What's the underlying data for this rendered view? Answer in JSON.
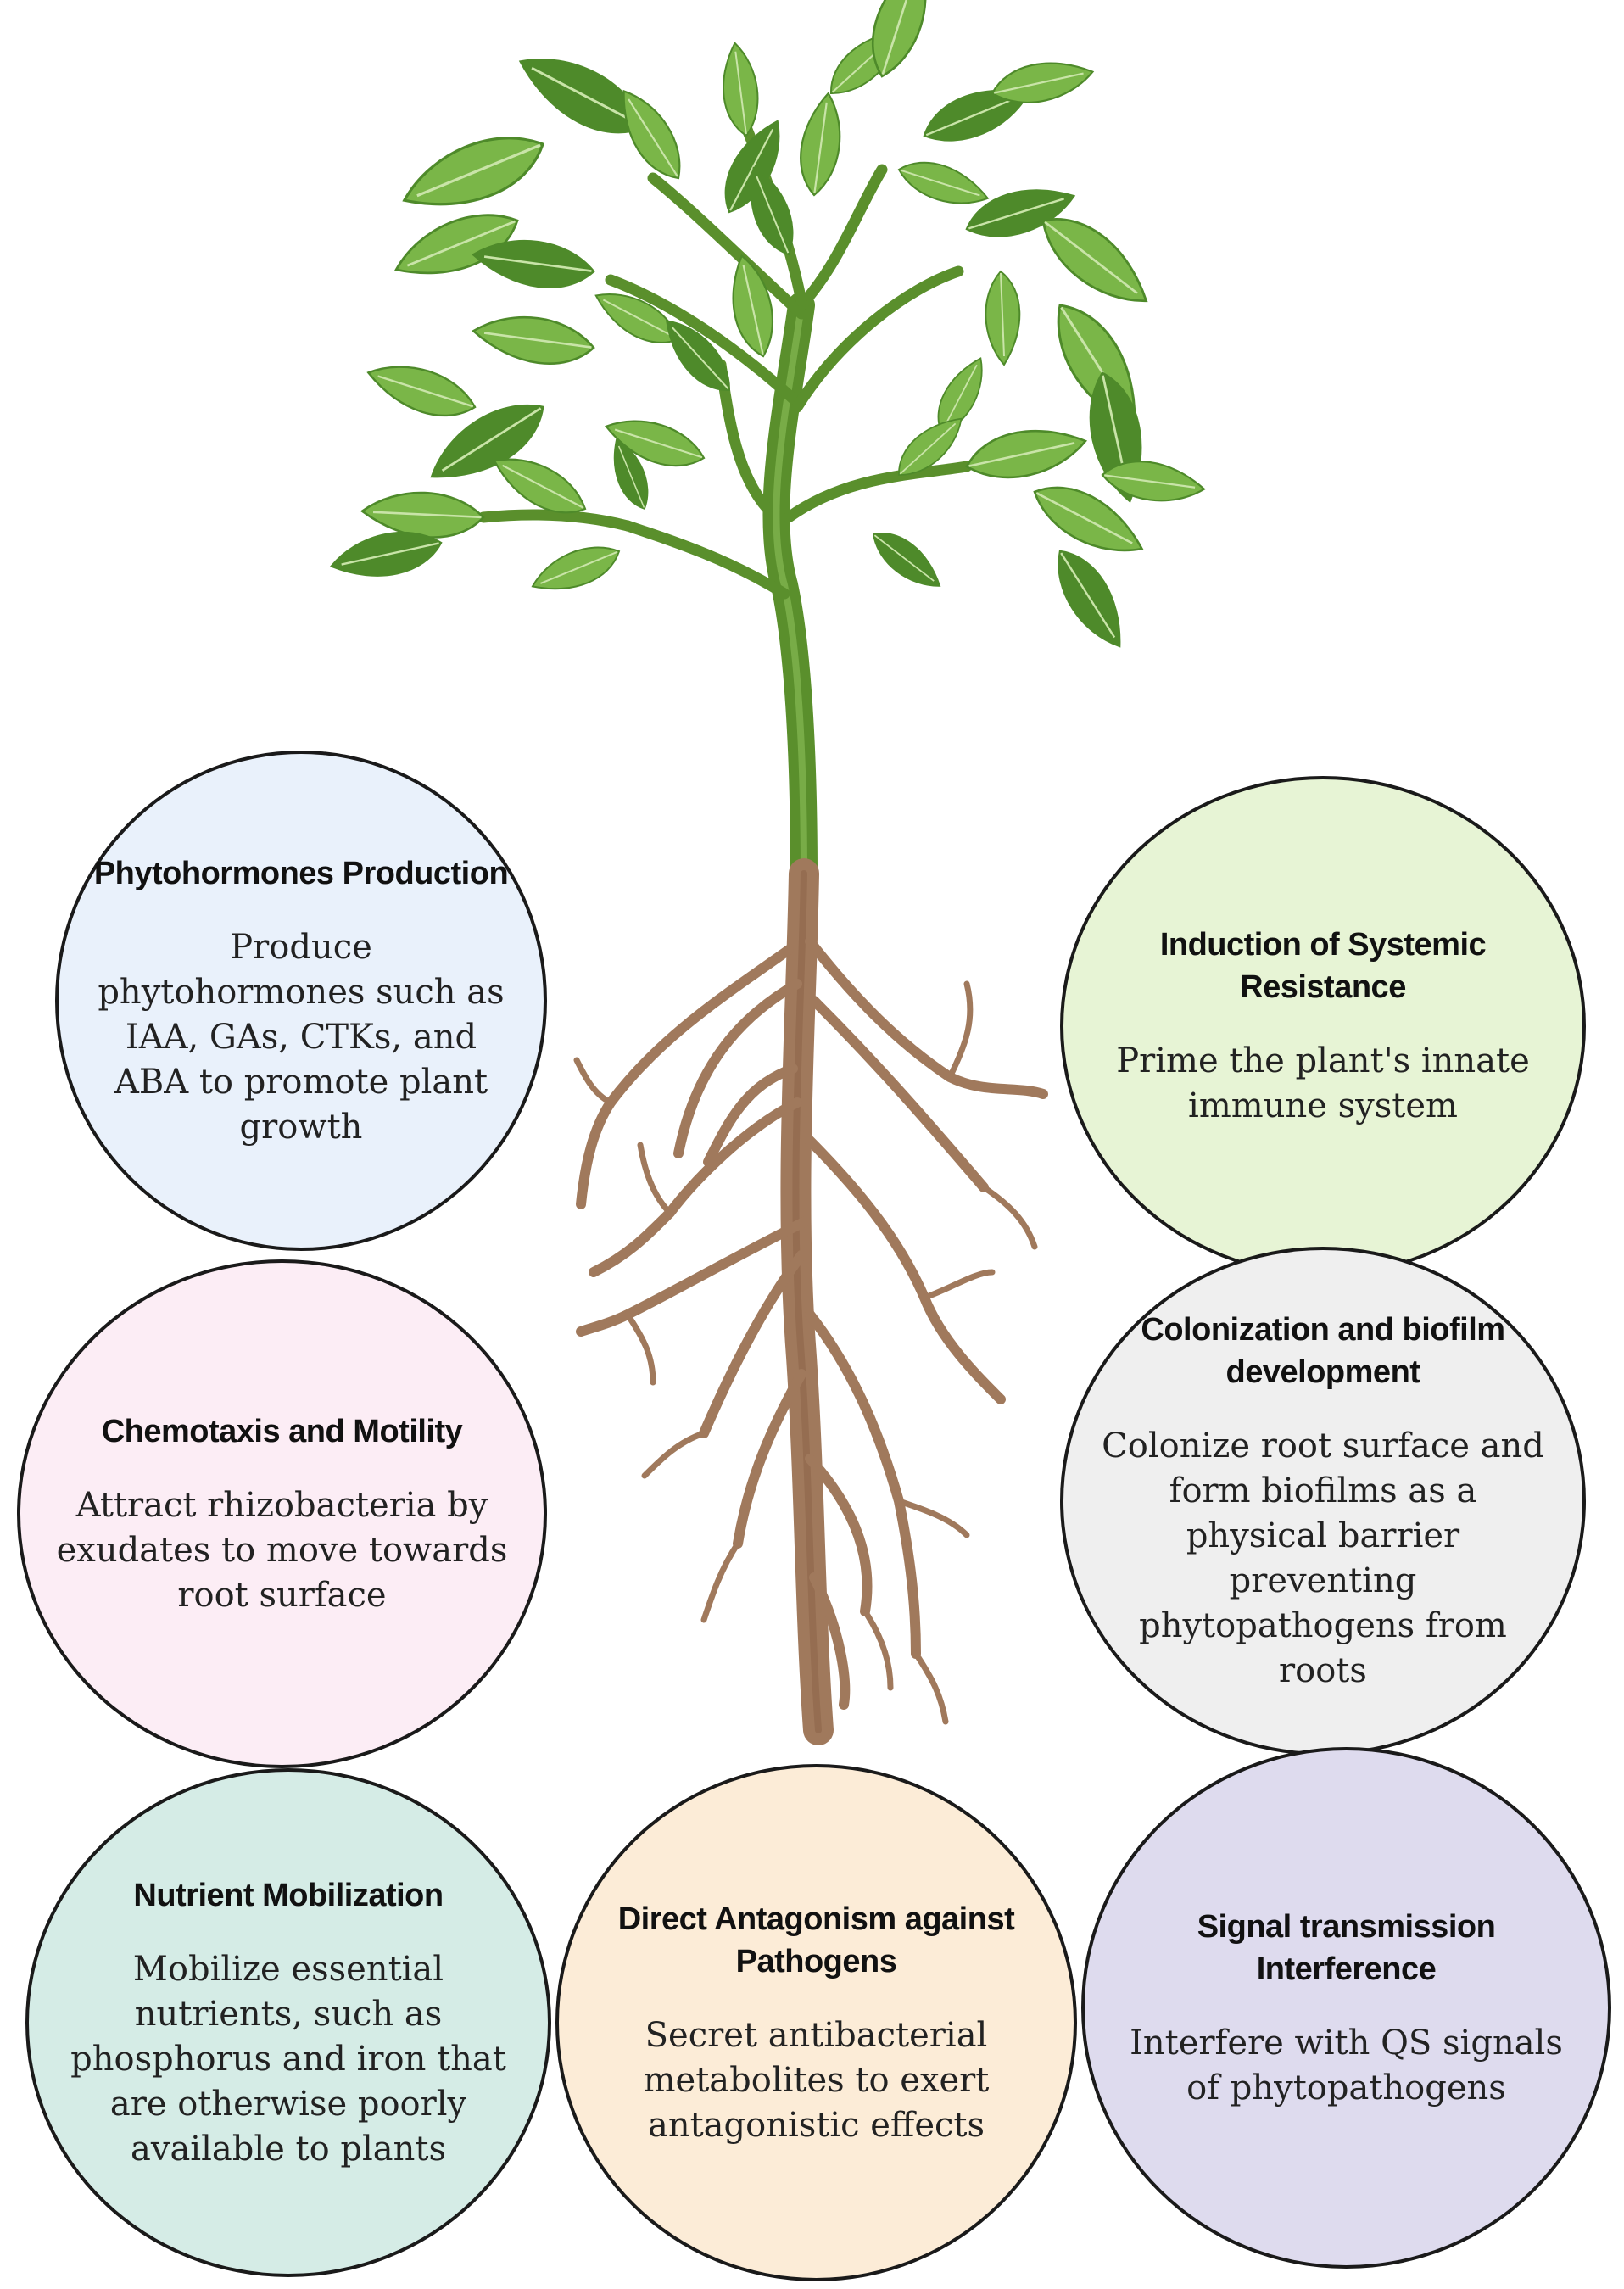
{
  "colors": {
    "outline": "#1a1a1a",
    "leaf": "#7ab648",
    "leaf_dark": "#4e8a2a",
    "stem": "#5a8f2c",
    "root": "#a0795c"
  },
  "plant": {
    "shoot_icon": "tomato-seedling",
    "root_icon": "branched-root-system"
  },
  "bubbles": [
    {
      "key": "phytohormones",
      "title": "Phytohormones Production",
      "text": "Produce phytohormones such as IAA, GAs, CTKs, and ABA to promote plant growth",
      "fill": "#e9f1fb"
    },
    {
      "key": "systemic-resistance",
      "title": "Induction of Systemic Resistance",
      "text": "Prime the plant's innate immune system",
      "fill": "#e7f4d5"
    },
    {
      "key": "chemotaxis",
      "title": "Chemotaxis and Motility",
      "text": "Attract rhizobacteria by exudates to move towards root surface",
      "fill": "#fcedf5"
    },
    {
      "key": "colonization",
      "title": "Colonization and biofilm development",
      "text": "Colonize root surface and form biofilms as a physical barrier preventing phytopathogens from roots",
      "fill": "#efefef"
    },
    {
      "key": "nutrient-mobilization",
      "title": "Nutrient Mobilization",
      "text": "Mobilize essential nutrients, such as phosphorus and iron that are otherwise poorly available to plants",
      "fill": "#d5ece6"
    },
    {
      "key": "direct-antagonism",
      "title": "Direct Antagonism against Pathogens",
      "text": "Secret antibacterial metabolites to exert antagonistic effects",
      "fill": "#fcecd7"
    },
    {
      "key": "signal-interference",
      "title": "Signal transmission Interference",
      "text": "Interfere with QS signals of phytopathogens",
      "fill": "#dedbee"
    }
  ]
}
